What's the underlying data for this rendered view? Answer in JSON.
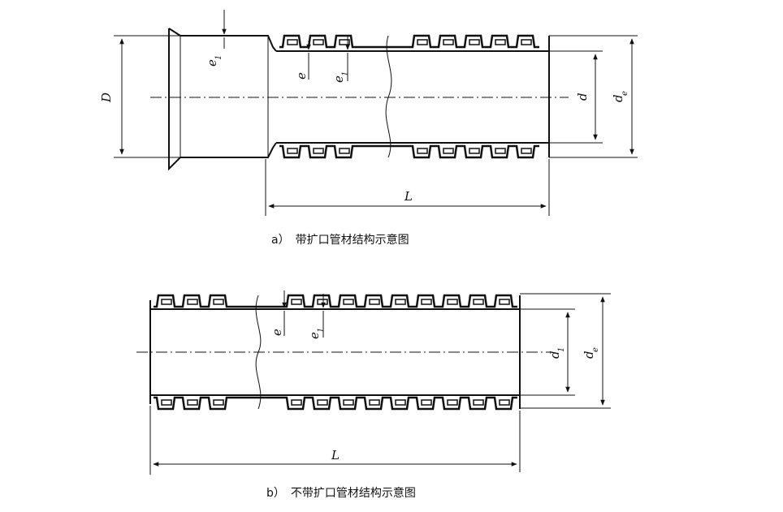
{
  "figure_a": {
    "caption": "a）　带扩口管材结构示意图",
    "label_D": "D",
    "label_e1_main": "e",
    "label_e1_sub": "1",
    "label_e": "e",
    "label_e_1_main": "e",
    "label_e_1_sub": "1",
    "label_d": "d",
    "label_de_main": "d",
    "label_de_sub": "e",
    "label_L": "L"
  },
  "figure_b": {
    "caption": "b）　不带扩口管材结构示意图",
    "label_e": "e",
    "label_e_1_main": "e",
    "label_e_1_sub": "1",
    "label_d1_main": "d",
    "label_d1_sub": "1",
    "label_de_main": "d",
    "label_de_sub": "e",
    "label_L": "L"
  }
}
